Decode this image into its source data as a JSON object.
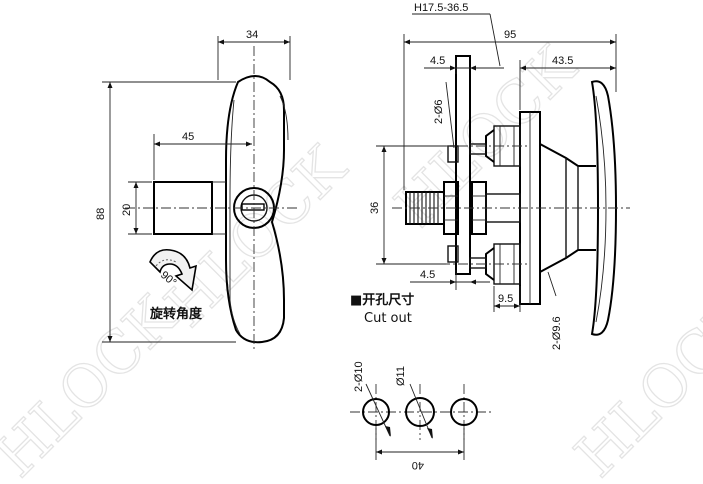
{
  "front_view": {
    "dim_width_top": "34",
    "dim_shaft_length": "45",
    "dim_shaft_dia": "20",
    "dim_overall_height": "88",
    "rotation_angle": "90°",
    "rotation_caption": "旋转角度"
  },
  "side_view": {
    "dim_grip_range": "H17.5-36.5",
    "dim_total_length": "95",
    "dim_plate_offset": "4.5",
    "dim_handle_depth": "43.5",
    "dim_holes_small": "2-Ø6",
    "dim_pitch": "36",
    "dim_plate_offset_lower": "4.5",
    "dim_boss": "9.5",
    "dim_holes_large": "2-Ø9.6"
  },
  "cutout": {
    "title_cn": "■开孔尺寸",
    "title_en": "Cut out",
    "dim_side_holes": "2-Ø10",
    "dim_center_hole": "Ø11",
    "dim_spacing": "40"
  },
  "watermark": {
    "text": "HLOCK"
  }
}
